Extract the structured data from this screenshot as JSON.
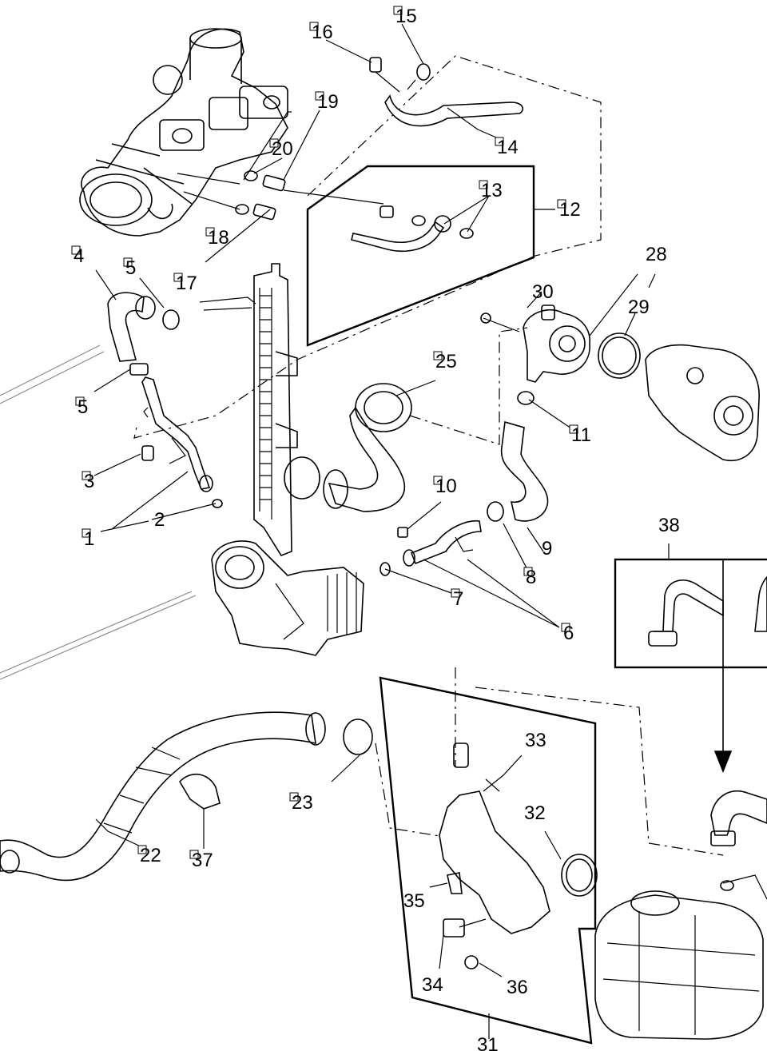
{
  "diagram": {
    "callouts": [
      {
        "id": "c1",
        "text": "1",
        "boxed": true
      },
      {
        "id": "c2",
        "text": "2",
        "boxed": false
      },
      {
        "id": "c3",
        "text": "3",
        "boxed": true
      },
      {
        "id": "c4",
        "text": "4",
        "boxed": true
      },
      {
        "id": "c5a",
        "text": "5",
        "boxed": true
      },
      {
        "id": "c5b",
        "text": "5",
        "boxed": true
      },
      {
        "id": "c6",
        "text": "6",
        "boxed": true
      },
      {
        "id": "c7",
        "text": "7",
        "boxed": true
      },
      {
        "id": "c8",
        "text": "8",
        "boxed": true
      },
      {
        "id": "c9",
        "text": "9",
        "boxed": false
      },
      {
        "id": "c10",
        "text": "10",
        "boxed": true
      },
      {
        "id": "c11",
        "text": "11",
        "boxed": true
      },
      {
        "id": "c12",
        "text": "12",
        "boxed": true
      },
      {
        "id": "c13",
        "text": "13",
        "boxed": true
      },
      {
        "id": "c14",
        "text": "14",
        "boxed": true
      },
      {
        "id": "c15",
        "text": "15",
        "boxed": true
      },
      {
        "id": "c16",
        "text": "16",
        "boxed": true
      },
      {
        "id": "c17",
        "text": "17",
        "boxed": true
      },
      {
        "id": "c18",
        "text": "18",
        "boxed": true
      },
      {
        "id": "c19",
        "text": "19",
        "boxed": true
      },
      {
        "id": "c20",
        "text": "20",
        "boxed": true
      },
      {
        "id": "c22",
        "text": "22",
        "boxed": true
      },
      {
        "id": "c23",
        "text": "23",
        "boxed": true
      },
      {
        "id": "c25",
        "text": "25",
        "boxed": true
      },
      {
        "id": "c28",
        "text": "28",
        "boxed": false
      },
      {
        "id": "c29",
        "text": "29",
        "boxed": false
      },
      {
        "id": "c30",
        "text": "30",
        "boxed": false
      },
      {
        "id": "c31",
        "text": "31",
        "boxed": false
      },
      {
        "id": "c32",
        "text": "32",
        "boxed": false
      },
      {
        "id": "c33",
        "text": "33",
        "boxed": false
      },
      {
        "id": "c34",
        "text": "34",
        "boxed": false
      },
      {
        "id": "c35",
        "text": "35",
        "boxed": false
      },
      {
        "id": "c36",
        "text": "36",
        "boxed": false
      },
      {
        "id": "c37",
        "text": "37",
        "boxed": true
      },
      {
        "id": "c38",
        "text": "38",
        "boxed": false
      }
    ]
  }
}
